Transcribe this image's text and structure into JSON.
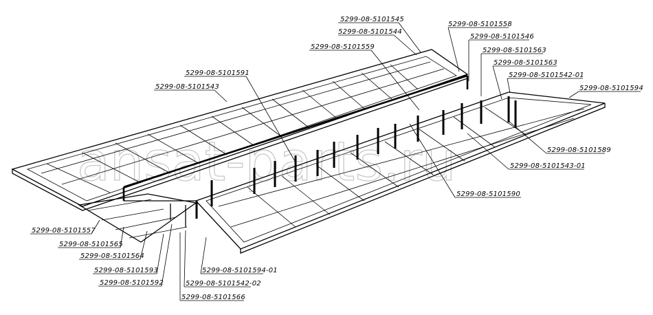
{
  "watermark": "ansat-parts.ru",
  "labels": [
    "5299-08-5101545",
    "5299-08-5101544",
    "5299-08-5101559",
    "5299-08-5101558",
    "5299-08-5101546",
    "5299-08-5101563",
    "5299-08-5101563",
    "5299-08-5101542-01",
    "5299-08-5101594",
    "5299-08-5101591",
    "5299-08-5101543",
    "5299-08-5101589",
    "5299-08-5101543-01",
    "5299-08-5101590",
    "5299-08-5101557",
    "5299-08-5101565",
    "5299-08-5101564",
    "5299-08-5101593",
    "5299-08-5101592",
    "5299-08-5101594-01",
    "5299-08-5101542-02",
    "5299-08-5101566"
  ]
}
